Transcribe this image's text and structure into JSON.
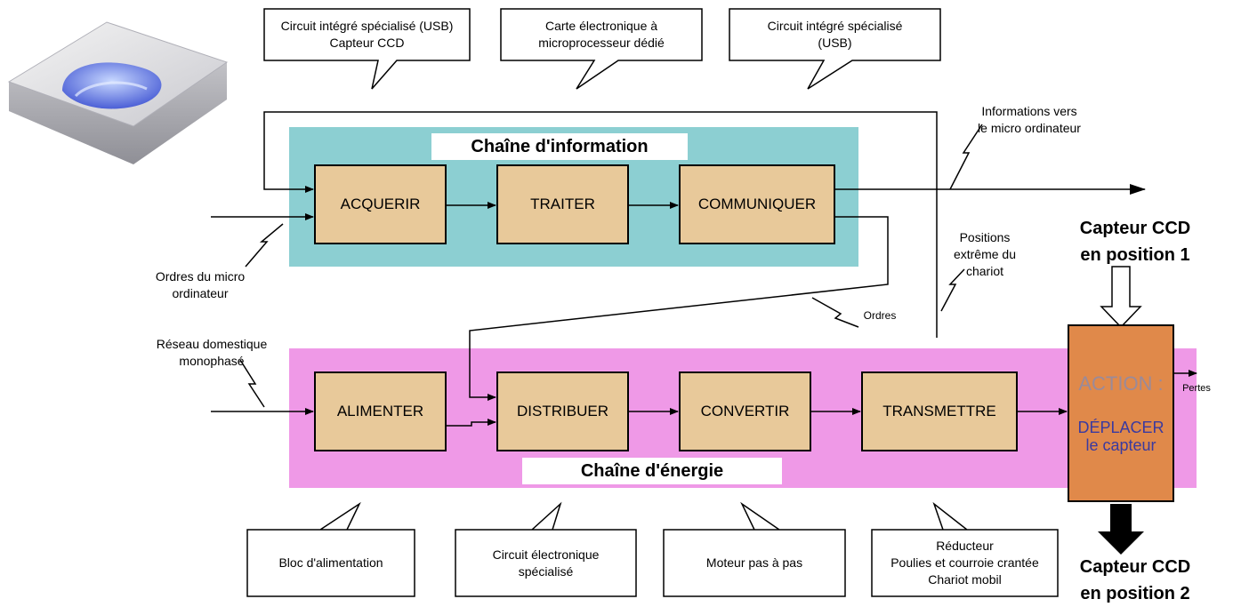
{
  "colors": {
    "info_band": "#8ccfd2",
    "energy_band": "#ef99e7",
    "block_fill": "#e8c99a",
    "action_fill": "#e0894a",
    "action_title": "#9a8a9a",
    "action_verb": "#3a3aa0"
  },
  "info_chain": {
    "title": "Chaîne d'information",
    "blocks": [
      "ACQUERIR",
      "TRAITER",
      "COMMUNIQUER"
    ]
  },
  "energy_chain": {
    "title": "Chaîne d'énergie",
    "blocks": [
      "ALIMENTER",
      "DISTRIBUER",
      "CONVERTIR",
      "TRANSMETTRE"
    ]
  },
  "top_callouts": [
    "Circuit intégré spécialisé (USB)\nCapteur CCD",
    "Carte électronique à\nmicroprocesseur dédié",
    "Circuit intégré spécialisé\n(USB)"
  ],
  "bottom_callouts": [
    "Bloc d'alimentation",
    "Circuit électronique\nspécialisé",
    "Moteur pas à pas",
    "Réducteur\nPoulies et courroie crantée\nChariot mobil"
  ],
  "labels": {
    "info_out": "Informations vers\nle micro ordinateur",
    "orders_in": "Ordres du micro\nordinateur",
    "orders": "Ordres",
    "positions": "Positions\nextrême du\nchariot",
    "mains": "Réseau domestique\nmonophasé",
    "losses": "Pertes"
  },
  "action": {
    "title": "ACTION :",
    "verb": "DÉPLACER\nle capteur"
  },
  "ccd": {
    "position1": "Capteur CCD\nen position 1",
    "position2": "Capteur CCD\nen position 2"
  },
  "image": {
    "name": "scanner-illustration"
  }
}
